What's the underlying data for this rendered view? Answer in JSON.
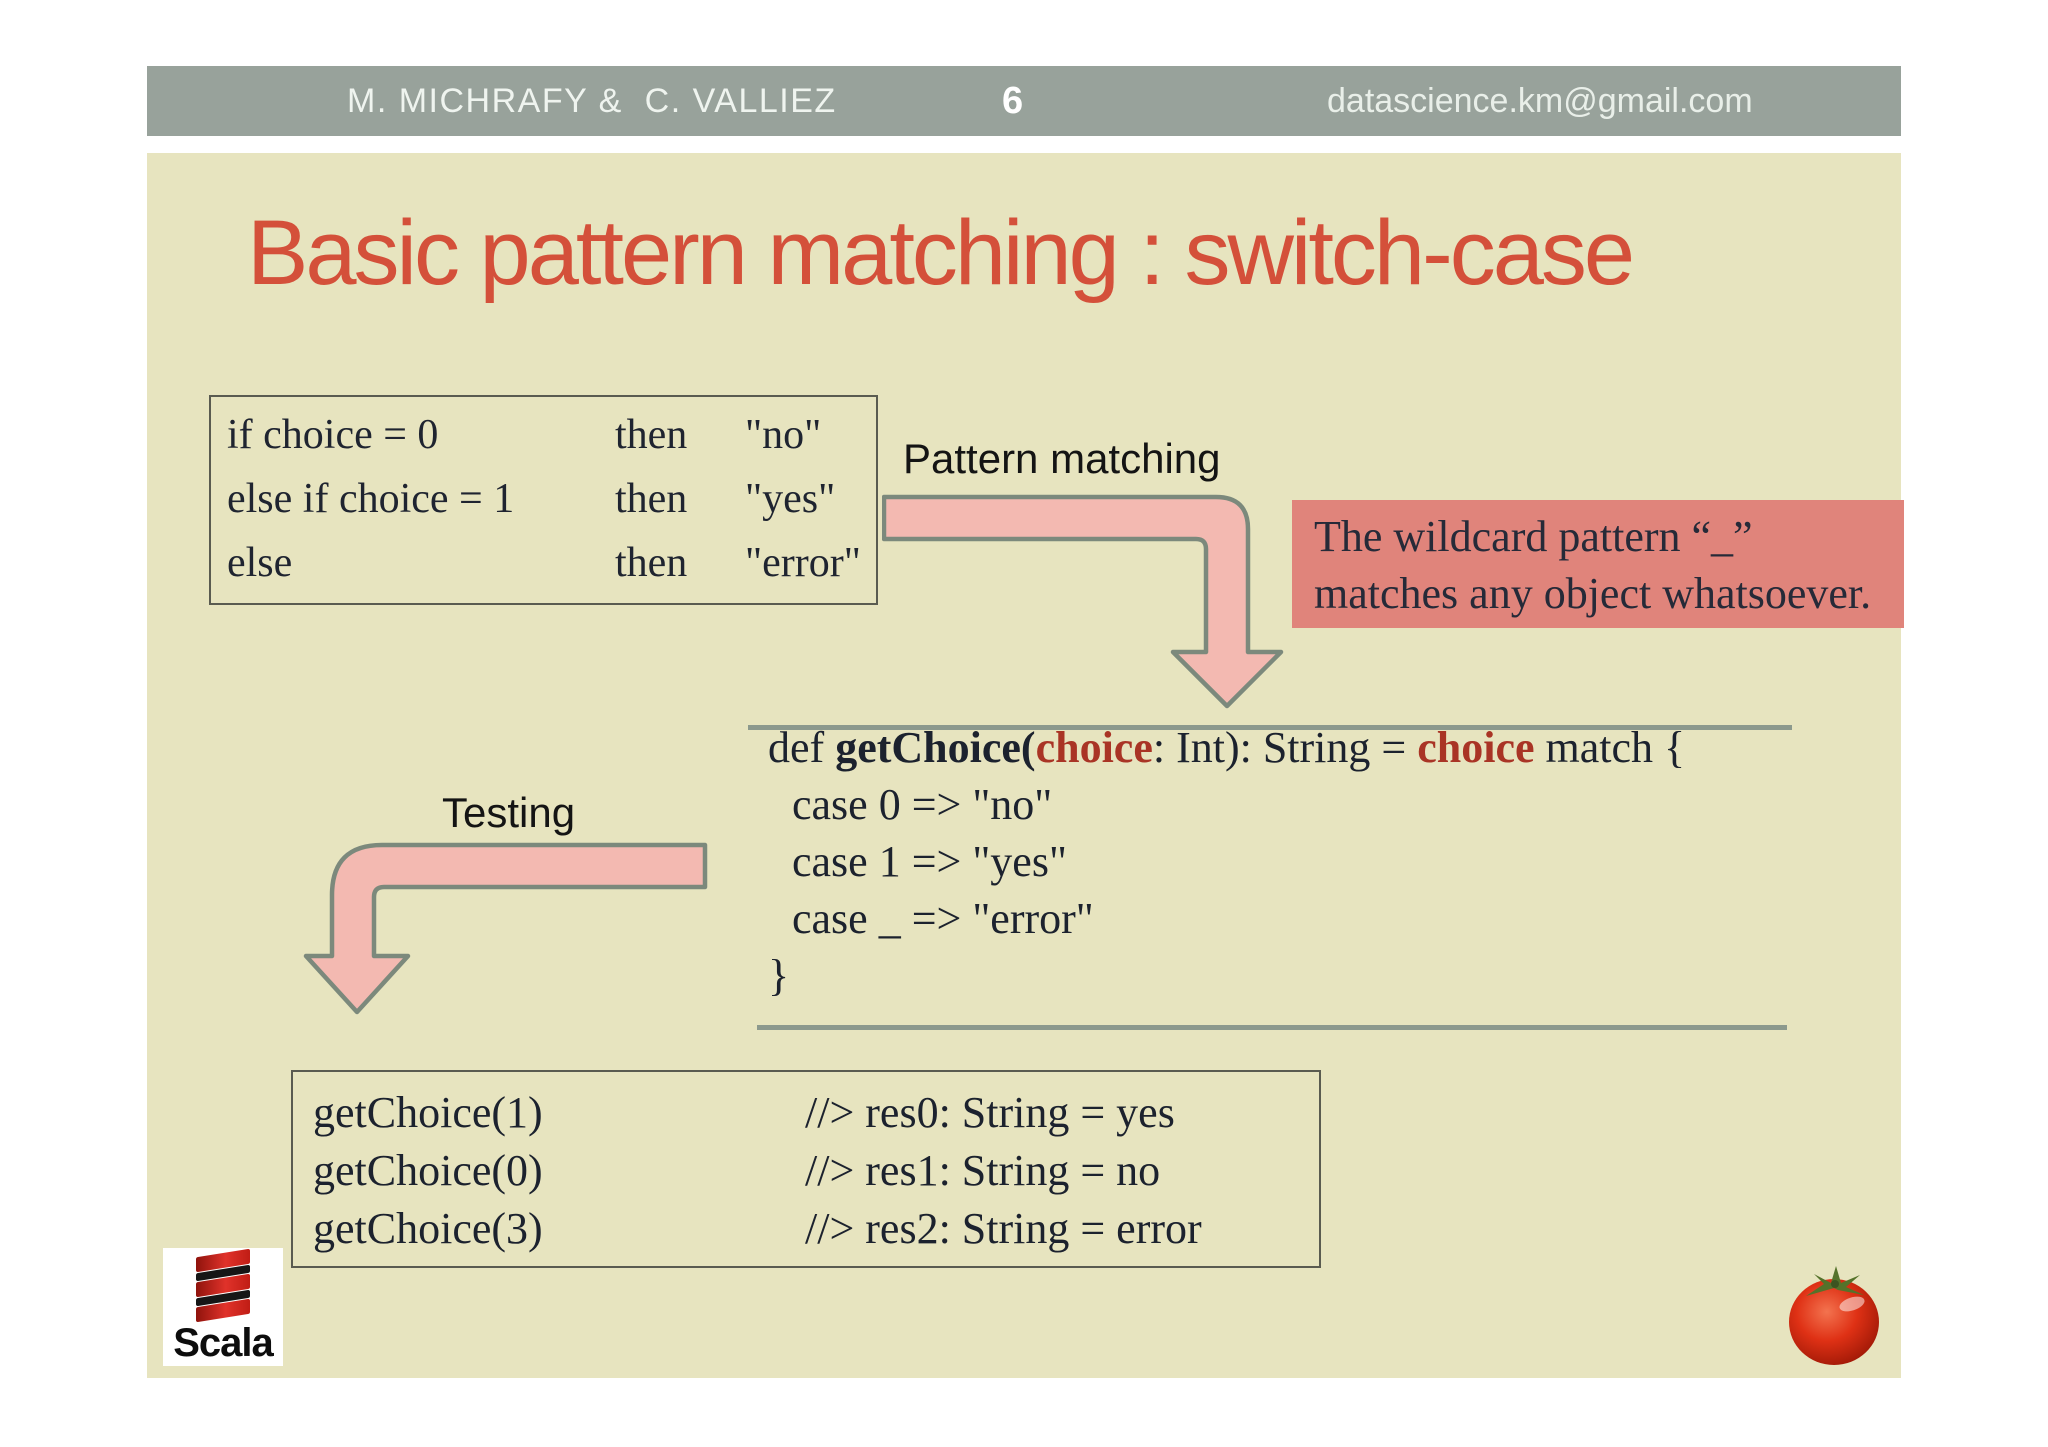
{
  "header": {
    "authors": "M. MICHRAFY &  C. VALLIEZ",
    "page_number": "6",
    "email": "datascience.km@gmail.com"
  },
  "slide": {
    "title": "Basic pattern matching : switch-case",
    "if_else_box": {
      "rows": [
        {
          "condition": "if choice = 0",
          "keyword": "then",
          "result": "\"no\""
        },
        {
          "condition": "else if choice = 1",
          "keyword": "then",
          "result": "\"yes\""
        },
        {
          "condition": "else",
          "keyword": "then",
          "result": "\"error\""
        }
      ]
    },
    "pattern_matching_label": "Pattern matching",
    "testing_label": "Testing",
    "wildcard_note": {
      "line1": "The wildcard pattern “_”",
      "line2": "matches any object whatsoever."
    },
    "code_block": {
      "def_line": [
        {
          "t": "def "
        },
        {
          "t": "getChoice(",
          "c": "bold"
        },
        {
          "t": "choice",
          "c": "red"
        },
        {
          "t": ": Int): String = "
        },
        {
          "t": "choice",
          "c": "red"
        },
        {
          "t": " match {"
        }
      ],
      "case_lines": [
        "case 0 => \"no\"",
        "case 1 => \"yes\"",
        "case _ => \"error\""
      ],
      "close_brace": "}"
    },
    "results_box": {
      "rows": [
        {
          "call": "getChoice(1)",
          "result": "//> res0: String = yes"
        },
        {
          "call": "getChoice(0)",
          "result": "//> res1: String = no"
        },
        {
          "call": "getChoice(3)",
          "result": "//> res2: String = error"
        }
      ]
    },
    "scala_logo_text": "Scala"
  },
  "icons": {
    "pattern_matching_arrow": "elbow-arrow-down-icon",
    "testing_arrow": "elbow-arrow-down-icon",
    "scala_logo_icon": "scala-staircase-icon",
    "tomato": "tomato-image"
  },
  "colors": {
    "header_bar": "#98a29b",
    "slide_background": "#e7e4bf",
    "title_red": "#d4503a",
    "arrow_fill": "#f3b9b1",
    "arrow_outline": "#7c897c",
    "note_background": "#e0847b",
    "code_text": "#1c222e",
    "code_keyword_red": "#a93425",
    "scala_red": "#d42b23"
  }
}
